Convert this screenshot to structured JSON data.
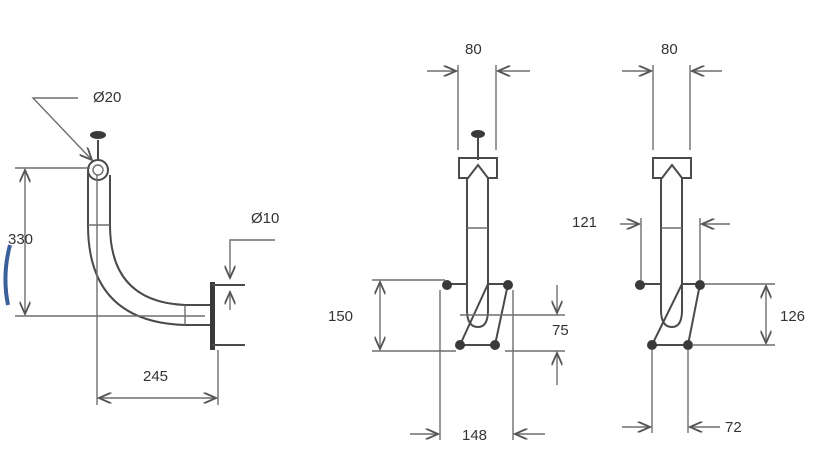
{
  "side_view": {
    "dia_top": "Ø20",
    "height": "330",
    "dia_bolt": "Ø10",
    "reach": "245"
  },
  "front_view_1": {
    "head_width": "80",
    "plate_height": "150",
    "bolt_offset": "75",
    "plate_width": "148"
  },
  "front_view_2": {
    "head_width": "80",
    "plate_top_width": "121",
    "bolt_spacing_vertical": "126",
    "plate_bottom_width": "72"
  },
  "colors": {
    "line": "#6e6e6e",
    "text": "#333333",
    "edge_fragment": "#3b5f9a"
  }
}
